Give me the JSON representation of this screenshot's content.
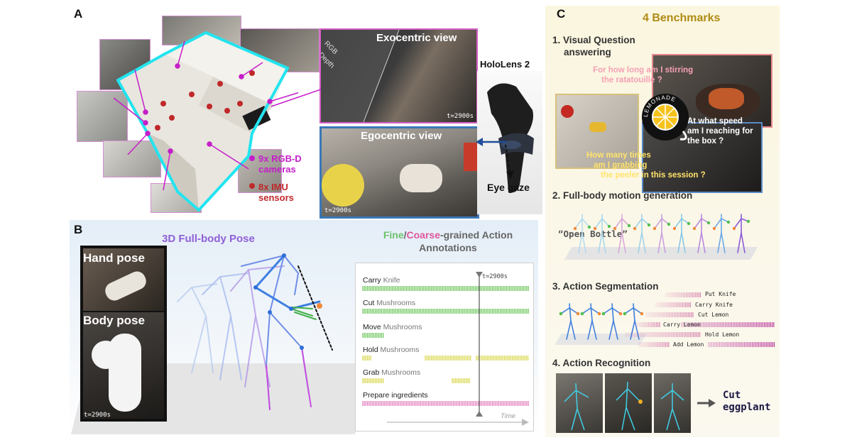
{
  "panel_a": {
    "letter": "A",
    "rgb_label": "RGB",
    "depth_label": "Depth",
    "exo_title": "Exocentric view",
    "exo_timestamp": "t=2900s",
    "ego_title": "Egocentric view",
    "ego_timestamp": "t=2900s",
    "hololens_label": "HoloLens 2",
    "eye_gaze_label": "Eye gaze",
    "cameras_line1": "9x RGB-D",
    "cameras_line2": "cameras",
    "imu_line1": "8x IMU",
    "imu_line2": "sensors",
    "colors": {
      "camera": "#c51ec9",
      "imu": "#c0282a",
      "room_outline": "#22e4ef",
      "ego_border": "#3a78b8",
      "exo_border": "#d45fc6"
    }
  },
  "panel_b": {
    "letter": "B",
    "pose_title": "3D Full-body Pose",
    "hand_pose_label": "Hand pose",
    "body_pose_label": "Body pose",
    "pose_timestamp": "t=2900s",
    "annotations_title_fine": "Fine",
    "annotations_title_sep": "/",
    "annotations_title_coarse": "Coarse",
    "annotations_title_rest": "-grained Action",
    "annotations_title_line2": "Annotations",
    "cursor_timestamp": "t=2900s",
    "time_label": "Time",
    "actions": [
      {
        "verb": "Carry",
        "object": "Knife"
      },
      {
        "verb": "Cut",
        "object": "Mushrooms"
      },
      {
        "verb": "Move",
        "object": "Mushrooms"
      },
      {
        "verb": "Hold",
        "object": "Mushrooms"
      },
      {
        "verb": "Grab",
        "object": "Mushrooms"
      },
      {
        "verb": "Prepare ingredients",
        "object": ""
      }
    ],
    "colors": {
      "fine": "#6cc26c",
      "coarse": "#e0569a",
      "track_green": "#5cbf4a",
      "track_yellow": "#d6d33a",
      "track_pink": "#e070b8"
    }
  },
  "panel_c": {
    "letter": "C",
    "title": "4 Benchmarks",
    "vqa_title_line1": "1. Visual Question",
    "vqa_title_line2": "answering",
    "q1_line1": "For how long am I stirring",
    "q1_line2": "the ratatouille ?",
    "q2_line1": "At what speed",
    "q2_line2": "am I reaching for",
    "q2_line3": "the box ?",
    "q3_line1": "How many times",
    "q3_line2": "am I grabbing",
    "q3_line3": "the peeler in this session ?",
    "logo_text": "LEMONADE",
    "motion_title": "2. Full-body motion generation",
    "motion_prompt": "“Open Bottle”",
    "segmentation_title": "3. Action Segmentation",
    "segments": [
      "Put Knife",
      "Carry Knife",
      "Cut Lemon",
      "Carry Lemon",
      "Hold Lemon",
      "Add Lemon"
    ],
    "recognition_title": "4. Action Recognition",
    "recognition_line1": "Cut",
    "recognition_line2": "eggplant",
    "colors": {
      "title": "#b08a12",
      "q1": "#f4a0b4",
      "q2": "#ffffff",
      "q3": "#ffe36a"
    }
  }
}
